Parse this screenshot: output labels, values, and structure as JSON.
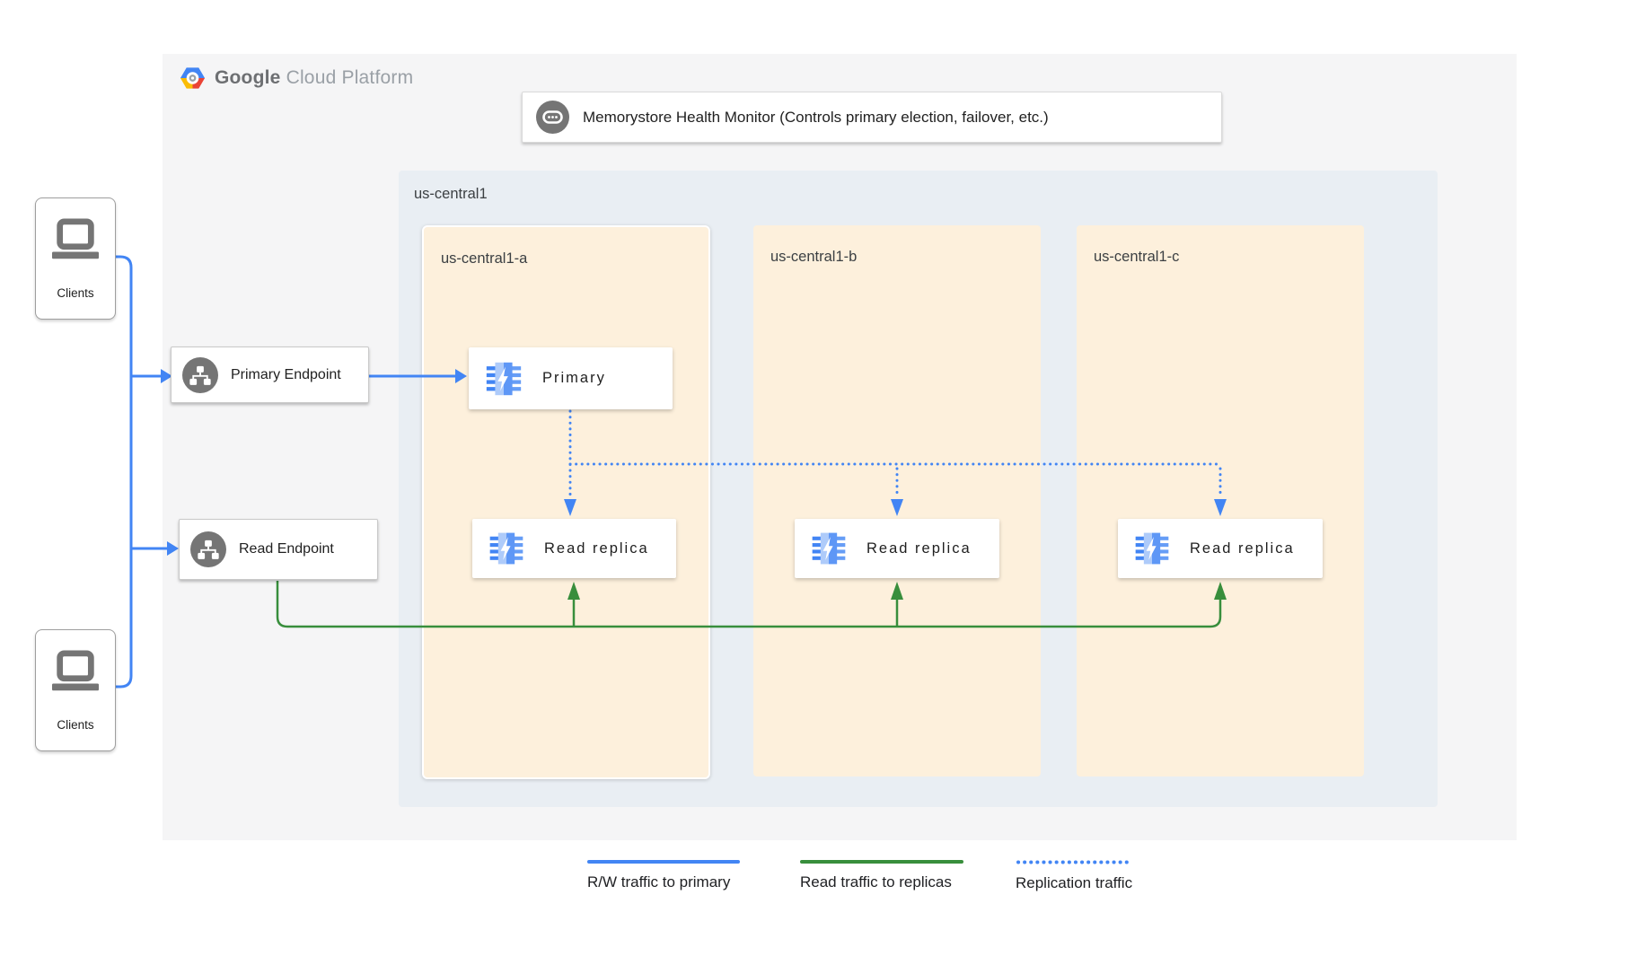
{
  "brand": {
    "name_bold": "Google",
    "name_light": "Cloud Platform"
  },
  "health_monitor": {
    "label": "Memorystore Health Monitor (Controls primary election, failover, etc.)"
  },
  "region": {
    "label": "us-central1",
    "zones": [
      {
        "label": "us-central1-a"
      },
      {
        "label": "us-central1-b"
      },
      {
        "label": "us-central1-c"
      }
    ]
  },
  "clients_top": {
    "label": "Clients"
  },
  "clients_bottom": {
    "label": "Clients"
  },
  "endpoints": {
    "primary_label": "Primary Endpoint",
    "read_label": "Read Endpoint"
  },
  "nodes": {
    "primary_label": "Primary",
    "replicas": [
      {
        "label": "Read replica"
      },
      {
        "label": "Read replica"
      },
      {
        "label": "Read replica"
      }
    ]
  },
  "legend": {
    "items": [
      {
        "label": "R/W traffic to primary",
        "line_style": "solid",
        "color": "#4285f4"
      },
      {
        "label": "Read traffic to replicas",
        "line_style": "solid",
        "color": "#388e3c"
      },
      {
        "label": "Replication traffic",
        "line_style": "dotted",
        "color": "#4285f4"
      }
    ]
  },
  "colors": {
    "rw_traffic_blue": "#4285f4",
    "read_traffic_green": "#388e3c",
    "replication_blue": "#4285f4",
    "panel_bg": "#f5f5f6",
    "region_bg": "#e9eef3",
    "zone_bg": "#fdf0dc",
    "icon_gray": "#757575"
  }
}
